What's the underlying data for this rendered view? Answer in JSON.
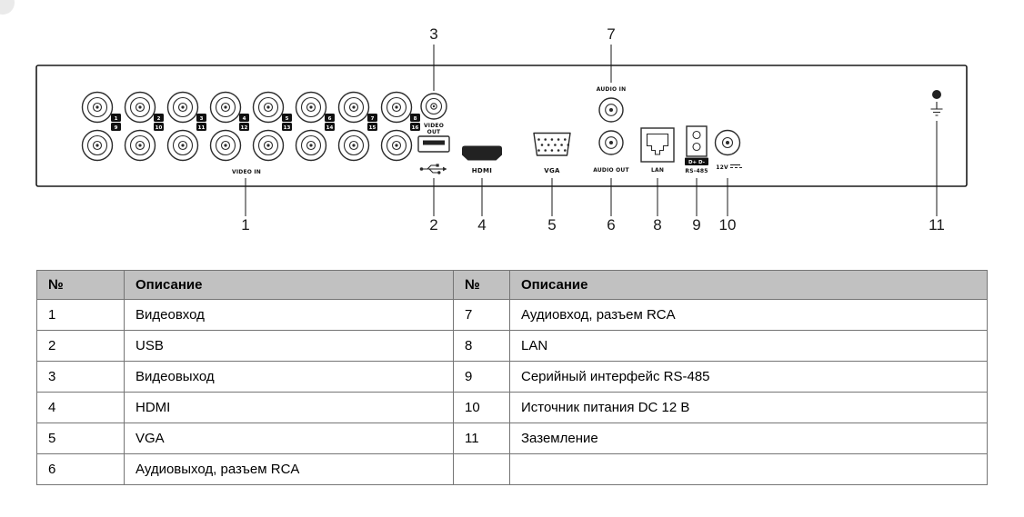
{
  "diagram": {
    "labels": {
      "video_in": "VIDEO IN",
      "video_out_line1": "VIDEO",
      "video_out_line2": "OUT",
      "hdmi": "HDMI",
      "vga": "VGA",
      "audio_in": "AUDIO IN",
      "audio_out": "AUDIO OUT",
      "lan": "LAN",
      "rs485": "RS-485",
      "rs485_pins": "D+ D-",
      "power": "12V"
    },
    "channels_top": [
      "1",
      "2",
      "3",
      "4",
      "5",
      "6",
      "7",
      "8"
    ],
    "channels_bottom": [
      "9",
      "10",
      "11",
      "12",
      "13",
      "14",
      "15",
      "16"
    ],
    "callouts": {
      "top": [
        "3",
        "7"
      ],
      "bottom": [
        "1",
        "2",
        "4",
        "5",
        "6",
        "8",
        "9",
        "10",
        "11"
      ]
    }
  },
  "table": {
    "headers": [
      "№",
      "Описание",
      "№",
      "Описание"
    ],
    "rows": [
      [
        "1",
        "Видеовход",
        "7",
        "Аудиовход, разъем RCA"
      ],
      [
        "2",
        "USB",
        "8",
        "LAN"
      ],
      [
        "3",
        "Видеовыход",
        "9",
        "Серийный интерфейс RS-485"
      ],
      [
        "4",
        "HDMI",
        "10",
        "Источник питания DC 12 В"
      ],
      [
        "5",
        "VGA",
        "11",
        "Заземление"
      ],
      [
        "6",
        "Аудиовыход, разъем RCA",
        "",
        ""
      ]
    ]
  }
}
